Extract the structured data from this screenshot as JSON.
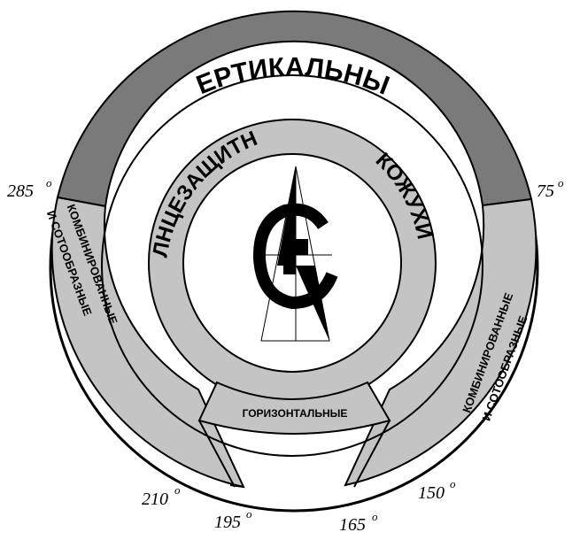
{
  "outer_ring": {
    "vertical_label": "ВЕРТИКАЛЬНЫЕ",
    "combined_left_line1": "КОМБИНИРОВАННЫЕ",
    "combined_left_line2": "И  СОТООБРАЗНЫЕ",
    "combined_right_line1": "КОМБИНИРОВАННЫЕ",
    "combined_right_line2": "И  СОТООБРАЗНЫЕ"
  },
  "inner_ring": {
    "title_left": "СОЛНЦЕЗАЩИТНЫЕ",
    "title_right": "КОЖУХИ"
  },
  "horizontal_label": "ГОРИЗОНТАЛЬНЫЕ",
  "angles": {
    "a285": "285",
    "a75": "75",
    "a210": "210",
    "a150": "150",
    "a195": "195",
    "a165": "165",
    "degree_mark": "o"
  },
  "colors": {
    "dark_gray": "#7a7a7a",
    "light_gray": "#c4c4c4",
    "outline": "#000000",
    "white": "#ffffff"
  },
  "center_emblem": {
    "icon": "sun-compass-emblem"
  }
}
